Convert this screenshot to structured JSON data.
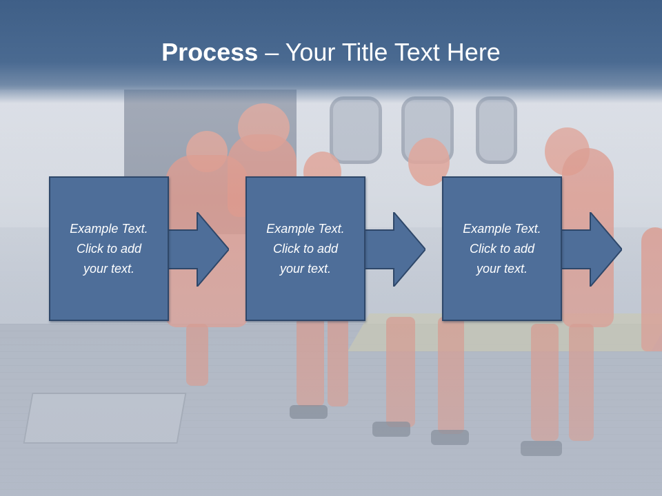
{
  "slide": {
    "title_bold": "Process",
    "title_separator": " – ",
    "title_rest": "Your Title Text Here"
  },
  "steps": [
    {
      "line1": "Example Text.",
      "line2": "Click  to add",
      "line3": "your text."
    },
    {
      "line1": "Example Text.",
      "line2": "Click  to add",
      "line3": "your text."
    },
    {
      "line1": "Example Text.",
      "line2": "Click  to add",
      "line3": "your text."
    }
  ],
  "colors": {
    "title_bar": "#4a6a91",
    "box_fill": "#4e6e99",
    "box_border": "#2e4769",
    "text": "#ffffff"
  }
}
